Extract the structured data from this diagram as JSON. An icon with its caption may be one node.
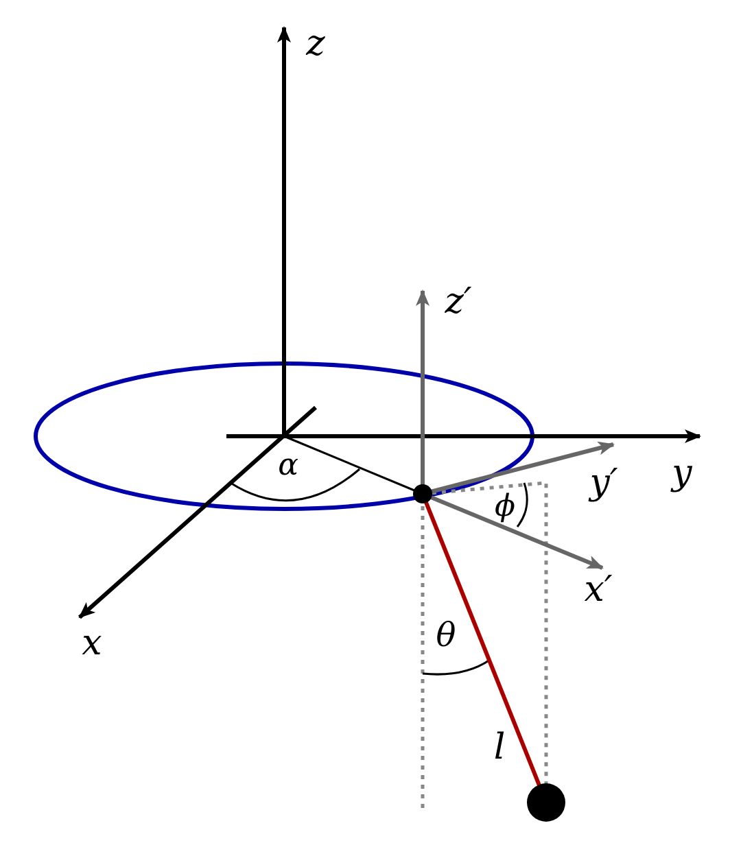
{
  "diagram": {
    "labels": [
      "z",
      "z′",
      "y′",
      "y",
      "α",
      "ϕ",
      "x",
      "x′",
      "θ",
      "l"
    ]
  }
}
